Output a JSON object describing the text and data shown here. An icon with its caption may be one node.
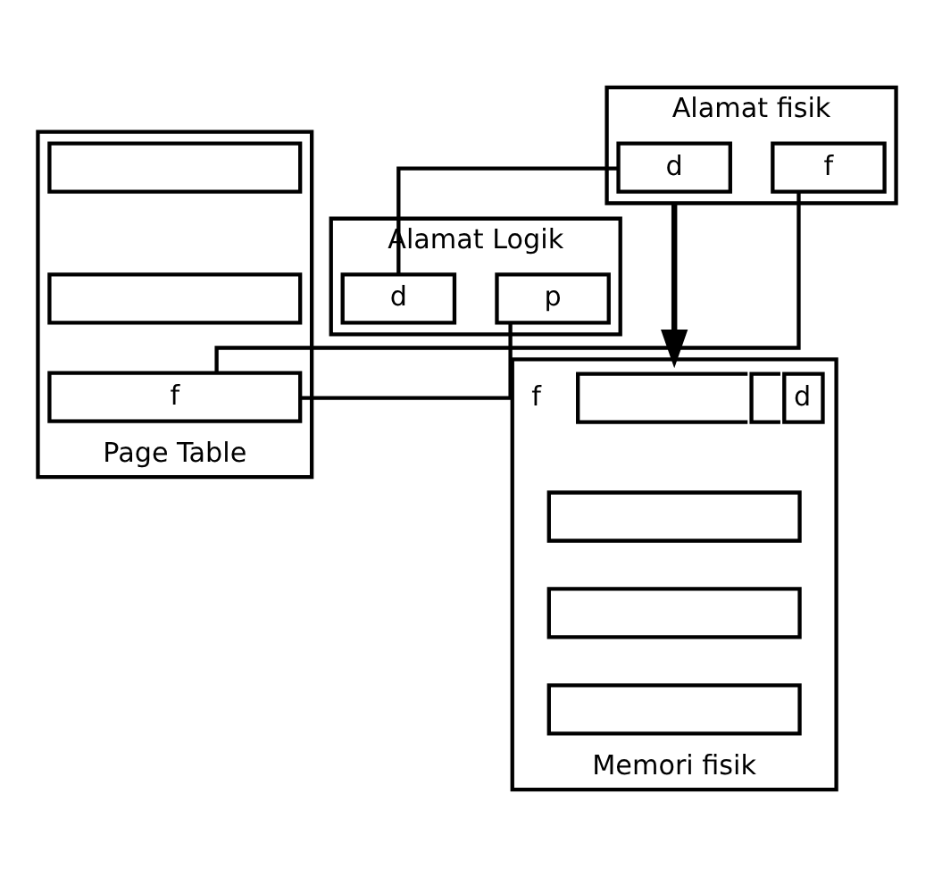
{
  "diagram": {
    "nodes": [
      {
        "text": [
          "Alamat Logik"
        ]
      },
      {
        "text": [
          "p"
        ],
        "in": 0
      },
      {
        "text": [
          "d"
        ],
        "in": 0
      },
      {
        "text": [
          "Alamat fisik"
        ]
      },
      {
        "text": [
          "f"
        ],
        "in": 3
      },
      {
        "text": [
          "d"
        ],
        "in": 3
      },
      {
        "text": [
          "Page Table"
        ]
      },
      {
        "text": [],
        "shape": "box",
        "in": 6
      },
      {
        "text": [],
        "shape": "box",
        "in": 6
      },
      {
        "text": [
          "f"
        ],
        "in": 6
      },
      {
        "text": [
          "Memori fisik"
        ]
      },
      {
        "text": [
          "d"
        ],
        "beside": [
          "f"
        ],
        "in": 10
      },
      {
        "text": [],
        "shape": "box",
        "in": 10
      },
      {
        "text": [],
        "shape": "box",
        "in": 10
      },
      {
        "text": [],
        "shape": "box",
        "in": 10
      }
    ],
    "edges": [
      {
        "from": 1,
        "to": 9,
        "arrow": "none"
      },
      {
        "from": 2,
        "to": 5,
        "arrow": "none"
      },
      {
        "from": 9,
        "to": 4,
        "arrow": "none"
      },
      {
        "from": 3,
        "to": 10,
        "arrow": "to"
      }
    ]
  }
}
